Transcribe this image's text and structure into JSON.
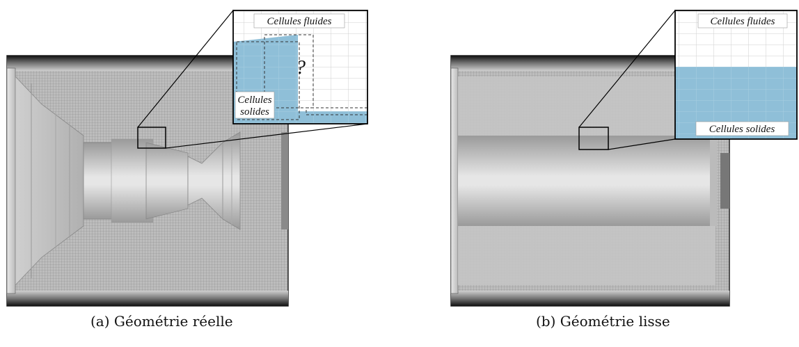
{
  "figure": {
    "panel_a": {
      "caption": "(a) Géométrie réelle",
      "inset": {
        "fluid_label": "Cellules fluides",
        "solid_label_line1": "Cellules",
        "solid_label_line2": "solides",
        "question_mark": "?"
      }
    },
    "panel_b": {
      "caption": "(b) Géométrie lisse",
      "inset": {
        "fluid_label": "Cellules fluides",
        "solid_label": "Cellules solides"
      }
    },
    "colors": {
      "solid_cells": "#8fbfd8",
      "mesh_background": "#a8a8a8",
      "dense_mesh": "#1a1a1a"
    }
  }
}
